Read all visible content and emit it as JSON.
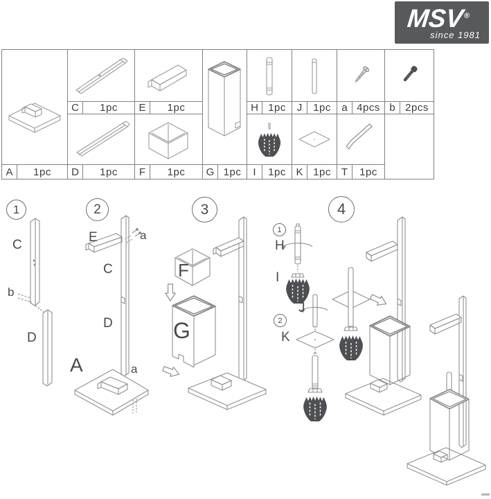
{
  "colors": {
    "logo_bg": "#58595b",
    "line": "#8f8f8f",
    "table_border": "#7f8080",
    "text": "#404040",
    "brush_fill": "#4d4f52"
  },
  "logo": {
    "brand": "MSV",
    "registered": "®",
    "tagline": "since 1981"
  },
  "parts_table": {
    "parts": [
      {
        "id": "A",
        "qty": "1pc",
        "icon": "base-plate"
      },
      {
        "id": "C",
        "qty": "1pc",
        "icon": "long-bar"
      },
      {
        "id": "D",
        "qty": "1pc",
        "icon": "long-bar"
      },
      {
        "id": "E",
        "qty": "1pc",
        "icon": "short-bar"
      },
      {
        "id": "F",
        "qty": "1pc",
        "icon": "open-cube-lid"
      },
      {
        "id": "G",
        "qty": "1pc",
        "icon": "square-container"
      },
      {
        "id": "H",
        "qty": "1pc",
        "icon": "handle-rod"
      },
      {
        "id": "I",
        "qty": "1pc",
        "icon": "brush-head"
      },
      {
        "id": "J",
        "qty": "1pc",
        "icon": "thin-rod"
      },
      {
        "id": "K",
        "qty": "1pc",
        "icon": "square-plate"
      },
      {
        "id": "a",
        "qty": "4pcs",
        "icon": "screw"
      },
      {
        "id": "b",
        "qty": "2pcs",
        "icon": "bolt"
      },
      {
        "id": "T",
        "qty": "1pc",
        "icon": "allen-key"
      }
    ]
  },
  "steps": [
    {
      "number": "1",
      "labels": {
        "bar_c": "C",
        "screws_b": "b",
        "bar_d": "D"
      }
    },
    {
      "number": "2",
      "labels": {
        "bar_e": "E",
        "screws_a_top": "a",
        "bar_c": "C",
        "bar_d": "D",
        "base_a": "A",
        "screws_a_base": "a"
      }
    },
    {
      "number": "3",
      "labels": {
        "lid_f": "F",
        "container_g": "G"
      }
    },
    {
      "number": "4",
      "substeps": [
        {
          "number": "1"
        },
        {
          "number": "2"
        }
      ],
      "labels": {
        "handle_h": "H",
        "brush_i": "I",
        "rod_j": "J",
        "plate_k": "K"
      }
    }
  ]
}
